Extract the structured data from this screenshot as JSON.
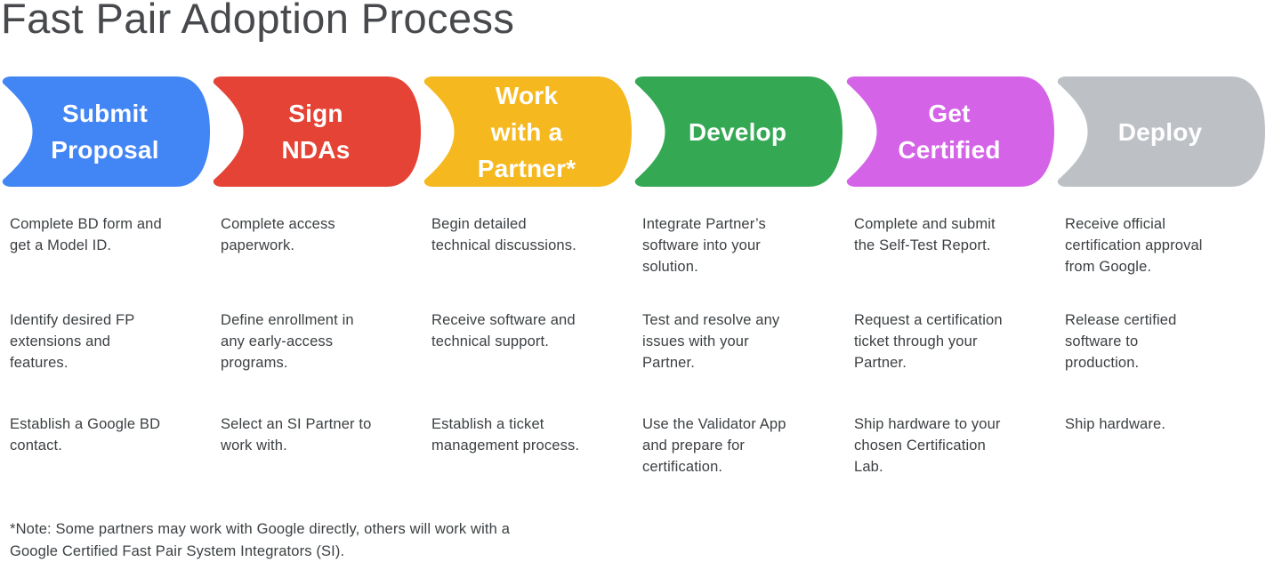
{
  "title": "Fast Pair Adoption Process",
  "colors": {
    "background": "#ffffff",
    "title_text": "#47494c",
    "body_text": "#3c4043",
    "stage_label_text": "#ffffff"
  },
  "stages": [
    {
      "name": "submit-proposal",
      "color": "#4285F4",
      "label": "Submit Proposal",
      "label_lines": [
        "Submit",
        "Proposal"
      ],
      "descriptions": [
        [
          "Complete BD form and",
          "get a Model ID."
        ],
        [
          "Identify desired FP",
          "extensions and",
          "features."
        ],
        [
          "Establish a Google BD",
          "contact."
        ]
      ]
    },
    {
      "name": "sign-ndas",
      "color": "#E54335",
      "label": "Sign NDAs",
      "label_lines": [
        "Sign",
        "NDAs"
      ],
      "descriptions": [
        [
          "Complete access",
          "paperwork."
        ],
        [
          "Define enrollment in",
          "any early-access",
          "programs."
        ],
        [
          "Select an SI Partner to",
          "work with."
        ]
      ]
    },
    {
      "name": "work-with-a-partner",
      "color": "#F5B81F",
      "label": "Work with a Partner*",
      "label_lines": [
        "Work",
        "with a",
        "Partner*"
      ],
      "descriptions": [
        [
          "Begin detailed",
          "technical discussions."
        ],
        [
          "Receive software and",
          "technical support."
        ],
        [
          "Establish a ticket",
          "management process."
        ]
      ]
    },
    {
      "name": "develop",
      "color": "#34A853",
      "label": "Develop",
      "label_lines": [
        "Develop"
      ],
      "descriptions": [
        [
          "Integrate Partner’s",
          "software into your",
          "solution."
        ],
        [
          "Test and resolve any",
          "issues with your",
          "Partner."
        ],
        [
          "Use the Validator App",
          "and prepare for",
          "certification."
        ]
      ]
    },
    {
      "name": "get-certified",
      "color": "#D463E8",
      "label": "Get Certified",
      "label_lines": [
        "Get",
        "Certified"
      ],
      "descriptions": [
        [
          "Complete and submit",
          "the Self-Test Report."
        ],
        [
          "Request a certification",
          "ticket through your",
          "Partner."
        ],
        [
          "Ship hardware to your",
          "chosen Certification",
          "Lab."
        ]
      ]
    },
    {
      "name": "deploy",
      "color": "#BDC1C6",
      "label": "Deploy",
      "label_lines": [
        "Deploy"
      ],
      "descriptions": [
        [
          "Receive official",
          "certification approval",
          "from Google."
        ],
        [
          "Release certified",
          "software to",
          "production."
        ],
        [
          "Ship hardware."
        ]
      ]
    }
  ],
  "footnote_lines": [
    "*Note: Some partners may work with Google directly, others will work with a",
    "Google Certified Fast Pair System Integrators (SI)."
  ]
}
